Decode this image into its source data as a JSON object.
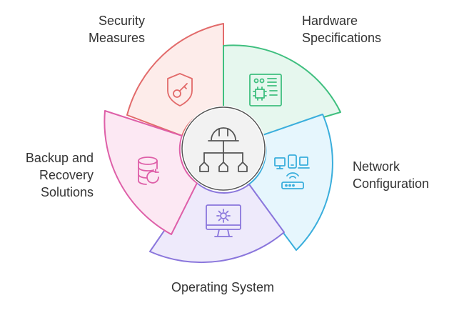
{
  "segments": [
    {
      "id": "security",
      "lines": [
        "Security",
        "Measures"
      ],
      "icon": "shield-key-icon",
      "fill": "#fdecea",
      "stroke": "#e26a6a"
    },
    {
      "id": "hardware",
      "lines": [
        "Hardware",
        "Specifications"
      ],
      "icon": "circuit-board-icon",
      "fill": "#e6f7ee",
      "stroke": "#3fbf7f"
    },
    {
      "id": "network",
      "lines": [
        "Network",
        "Configuration"
      ],
      "icon": "network-devices-icon",
      "fill": "#e6f6fd",
      "stroke": "#3aaedc"
    },
    {
      "id": "os",
      "lines": [
        "Operating System"
      ],
      "icon": "monitor-gear-icon",
      "fill": "#eeeafb",
      "stroke": "#8a76dc"
    },
    {
      "id": "backup",
      "lines": [
        "Backup and",
        "Recovery",
        "Solutions"
      ],
      "icon": "database-refresh-icon",
      "fill": "#fce8f3",
      "stroke": "#de5fa8"
    }
  ],
  "center": {
    "icon": "hardhat-hierarchy-icon",
    "fill": "#f2f2f2",
    "stroke": "#555555"
  }
}
